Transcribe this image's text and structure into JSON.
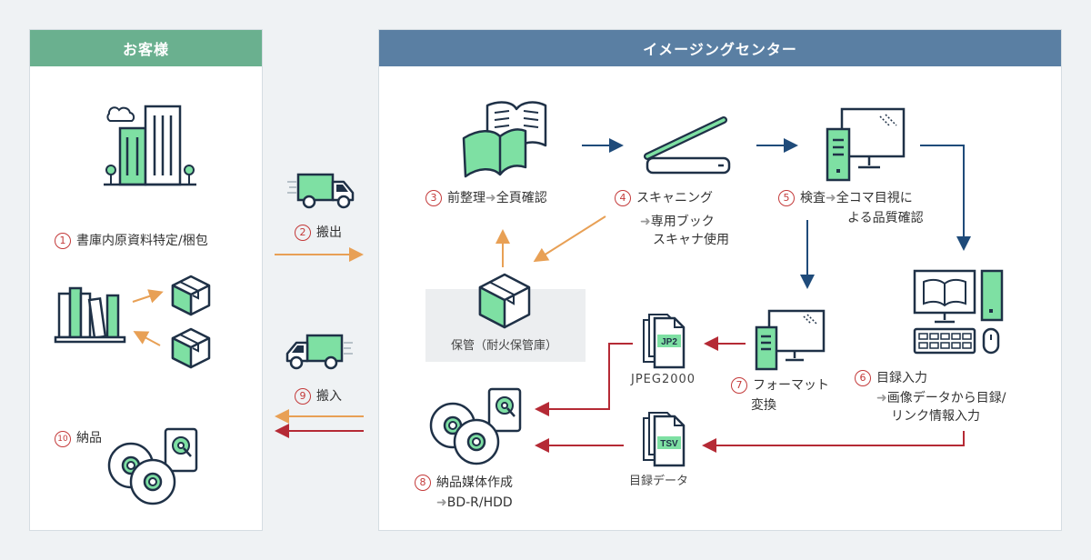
{
  "panels": {
    "customer_title": "お客様",
    "center_title": "イメージングセンター"
  },
  "steps": {
    "s1": {
      "num": "1",
      "label": "書庫内原資料特定/梱包"
    },
    "s2": {
      "num": "2",
      "label": "搬出"
    },
    "s3": {
      "num": "3",
      "label": "前整理",
      "arrow": "➜",
      "label2": "全頁確認"
    },
    "s4": {
      "num": "4",
      "label": "スキャニング",
      "arrow": "➜",
      "line2": "専用ブック",
      "line3": "スキャナ使用"
    },
    "s5": {
      "num": "5",
      "label": "検査",
      "arrow": "➜",
      "label2": "全コマ目視に",
      "line2": "よる品質確認"
    },
    "s6": {
      "num": "6",
      "label": "目録入力",
      "arrow": "➜",
      "line2": "画像データから目録/",
      "line3": "リンク情報入力"
    },
    "s7": {
      "num": "7",
      "label": "フォーマット",
      "line2": "変換"
    },
    "s8": {
      "num": "8",
      "label": "納品媒体作成",
      "arrow": "➜",
      "line2": "BD-R/HDD"
    },
    "s9": {
      "num": "9",
      "label": "搬入"
    },
    "s10": {
      "num": "10",
      "label": "納品"
    }
  },
  "storage_label": "保管（耐火保管庫）",
  "file_labels": {
    "jpeg": "JPEG2000",
    "jpeg_badge": "JP2",
    "tsv": "目録データ",
    "tsv_badge": "TSV"
  },
  "colors": {
    "customer_header": "#6ab08f",
    "center_header": "#5a7fa3",
    "green": "#7ee0a3",
    "navy": "#1f3147",
    "orange": "#e8a055",
    "red": "#b52a35",
    "blue_arrow": "#1f4b7a"
  }
}
